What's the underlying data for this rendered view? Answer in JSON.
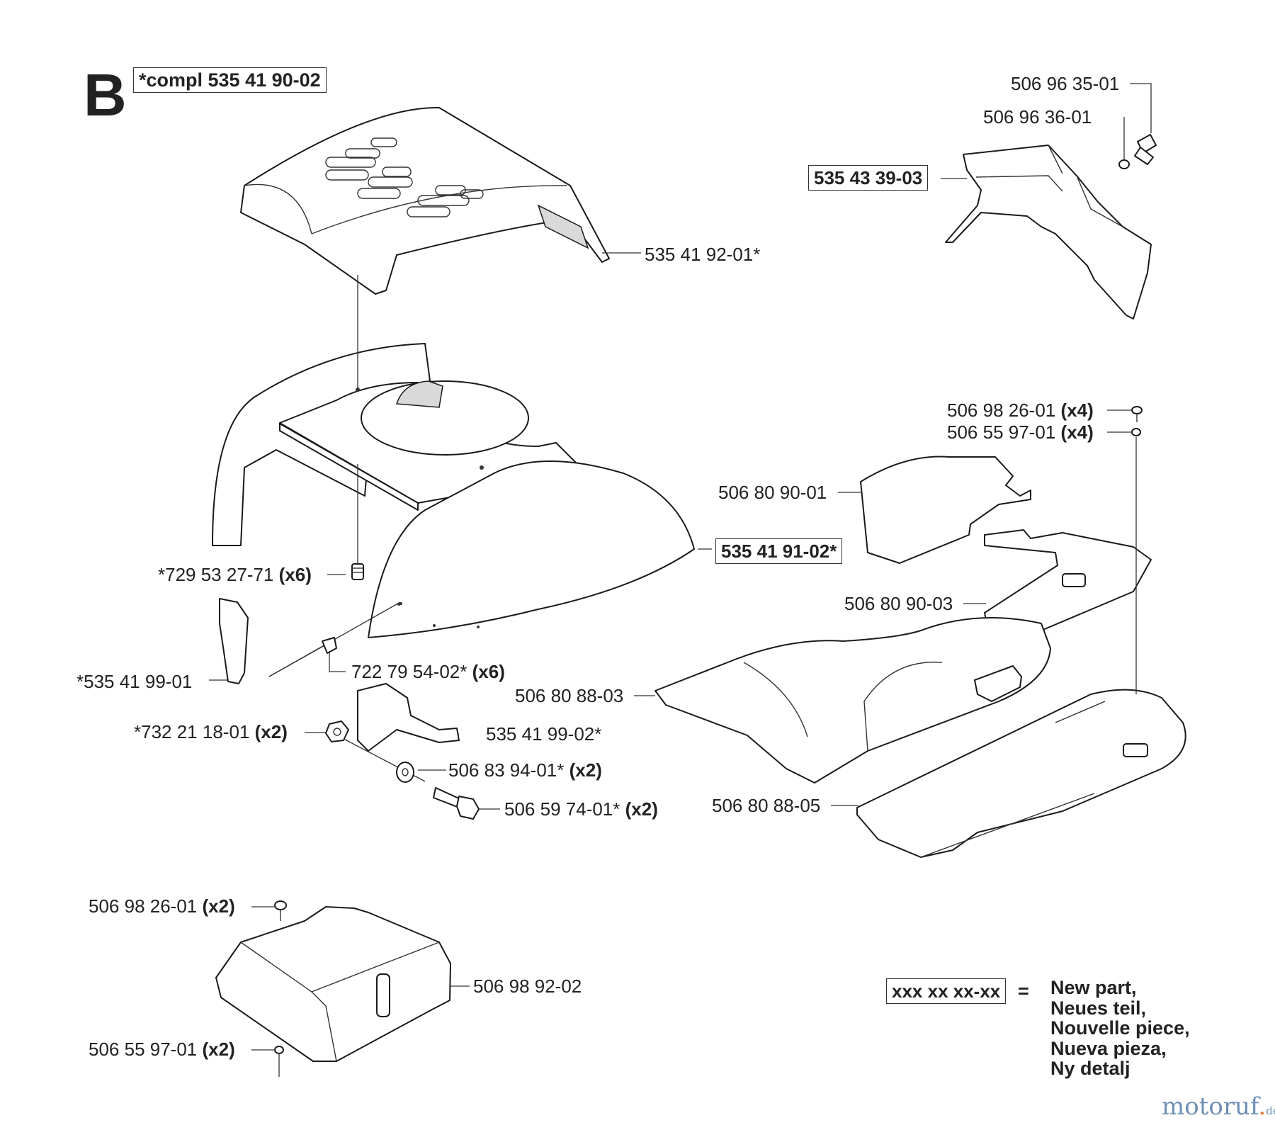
{
  "section_letter": "B",
  "compl_label": "*compl 535 41 90-02",
  "callouts": {
    "p_535_41_92_01": "535 41 92-01*",
    "p_535_41_91_02": "535 41 91-02*",
    "p_729_53_27_71": "*729 53 27-71",
    "p_729_53_27_71_qty": "(x6)",
    "p_535_41_99_01": "*535 41 99-01",
    "p_722_79_54_02": "722 79 54-02*",
    "p_722_79_54_02_qty": "(x6)",
    "p_732_21_18_01": "*732 21 18-01",
    "p_732_21_18_01_qty": "(x2)",
    "p_535_41_99_02": "535 41 99-02*",
    "p_506_83_94_01": "506 83 94-01*",
    "p_506_83_94_01_qty": "(x2)",
    "p_506_59_74_01": "506 59 74-01*",
    "p_506_59_74_01_qty": "(x2)",
    "p_506_96_35_01": "506 96 35-01",
    "p_506_96_36_01": "506 96 36-01",
    "p_535_43_39_03": "535 43 39-03",
    "p_506_98_26_01_a": "506 98 26-01",
    "p_506_98_26_01_a_qty": "(x4)",
    "p_506_55_97_01_a": "506 55 97-01",
    "p_506_55_97_01_a_qty": "(x4)",
    "p_506_80_90_01": "506 80 90-01",
    "p_506_80_90_03": "506 80 90-03",
    "p_506_80_88_03": "506 80 88-03",
    "p_506_80_88_05": "506 80 88-05",
    "p_506_98_26_01_b": "506 98 26-01",
    "p_506_98_26_01_b_qty": "(x2)",
    "p_506_98_92_02": "506 98 92-02",
    "p_506_55_97_01_b": "506 55 97-01",
    "p_506_55_97_01_b_qty": "(x2)"
  },
  "legend": {
    "sample": "xxx xx xx-xx",
    "equals": "=",
    "lines": [
      "New part,",
      "Neues teil,",
      "Nouvelle piece,",
      "Nueva pieza,",
      "Ny detalj"
    ]
  },
  "watermark": {
    "main": "motoruf",
    "accent": ".",
    "suffix": "de"
  }
}
